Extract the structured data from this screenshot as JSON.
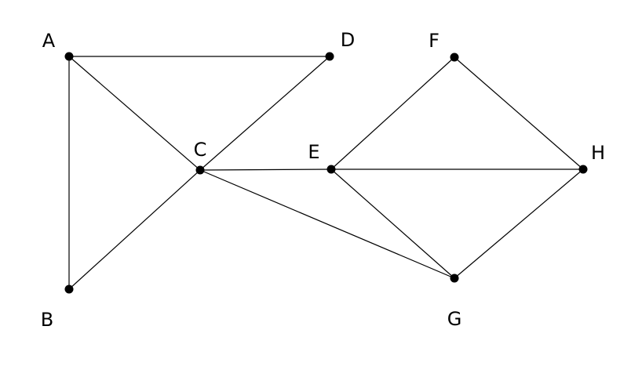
{
  "graph": {
    "nodes": [
      "A",
      "B",
      "C",
      "D",
      "E",
      "F",
      "G",
      "H"
    ],
    "edges": [
      [
        "A",
        "D"
      ],
      [
        "A",
        "C"
      ],
      [
        "A",
        "B"
      ],
      [
        "D",
        "C"
      ],
      [
        "C",
        "B"
      ],
      [
        "C",
        "E"
      ],
      [
        "C",
        "G"
      ],
      [
        "E",
        "F"
      ],
      [
        "E",
        "H"
      ],
      [
        "E",
        "G"
      ],
      [
        "F",
        "H"
      ],
      [
        "H",
        "G"
      ]
    ]
  }
}
